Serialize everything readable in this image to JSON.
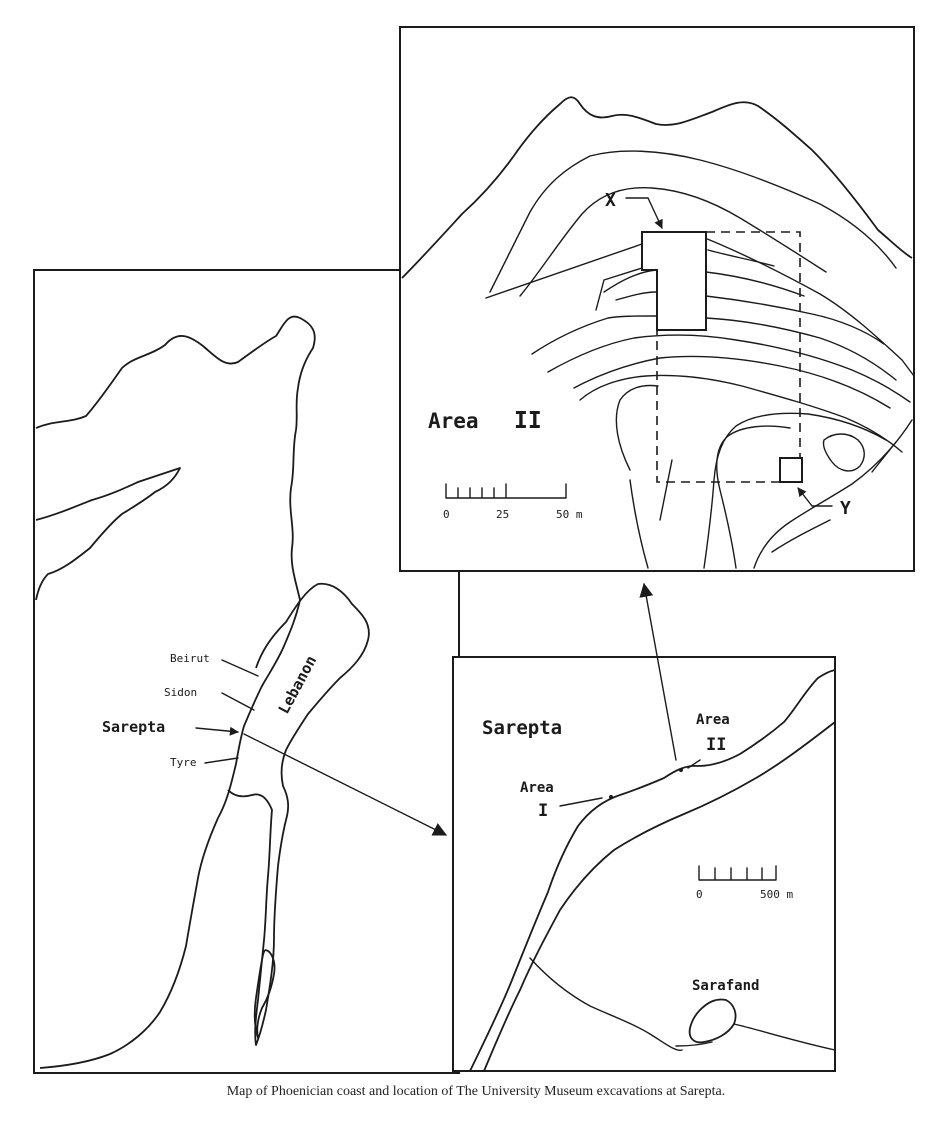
{
  "regional_map": {
    "label_region": "Lebanon",
    "cities": [
      "Beirut",
      "Sidon",
      "Sarepta",
      "Tyre"
    ]
  },
  "sarepta_map": {
    "title": "Sarepta",
    "area1_label": "Area",
    "area1_numeral": "I",
    "area2_label": "Area",
    "area2_numeral": "II",
    "town_label": "Sarafand",
    "scale": {
      "start": "0",
      "end": "500 m"
    }
  },
  "area2_map": {
    "title": "Area",
    "numeral": "II",
    "marker_x": "X",
    "marker_y": "Y",
    "scale": {
      "start": "0",
      "mid": "25",
      "end": "50 m"
    }
  },
  "caption": "Map of Phoenician coast and location of The University Museum excavations at Sarepta."
}
